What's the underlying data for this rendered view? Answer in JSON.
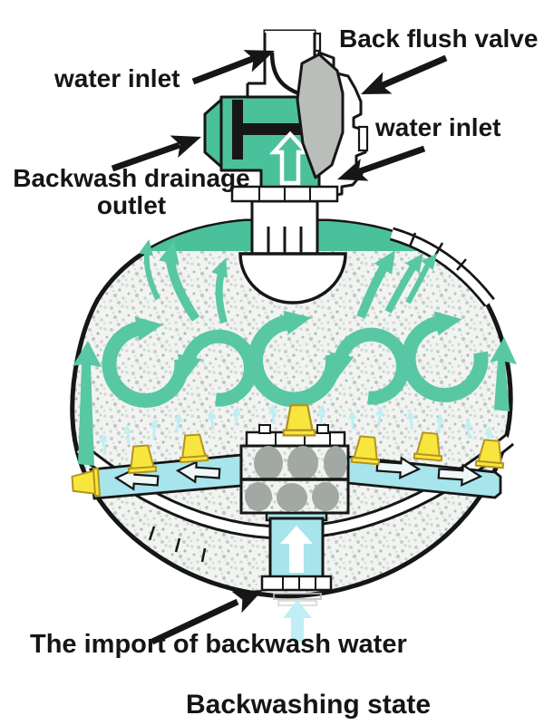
{
  "title": "Backwashing state",
  "labels": {
    "water_inlet_top": "water inlet",
    "back_flush_valve": "Back flush valve",
    "water_inlet_right": "water inlet",
    "backwash_drainage_line1": "Backwash drainage",
    "backwash_drainage_line2": "outlet",
    "import_backwash_water": "The import of backwash water"
  },
  "colors": {
    "teal": "#4bc19b",
    "swirl": "#58c7a4",
    "lateral_cyan": "#a8e4ec",
    "spray_cyan": "#bfeef5",
    "nozzle_yellow": "#f8e63e",
    "valve_gray": "#b9beba",
    "outline_black": "#161616",
    "sand_base": "#f2f4f1"
  },
  "components": [
    "back-flush-valve-assembly",
    "filter-tank",
    "sand-bed",
    "upper-collector-dome",
    "lateral-distributor-arms",
    "nozzles",
    "backwash-inlet-pipe",
    "flow-direction-arrows"
  ]
}
